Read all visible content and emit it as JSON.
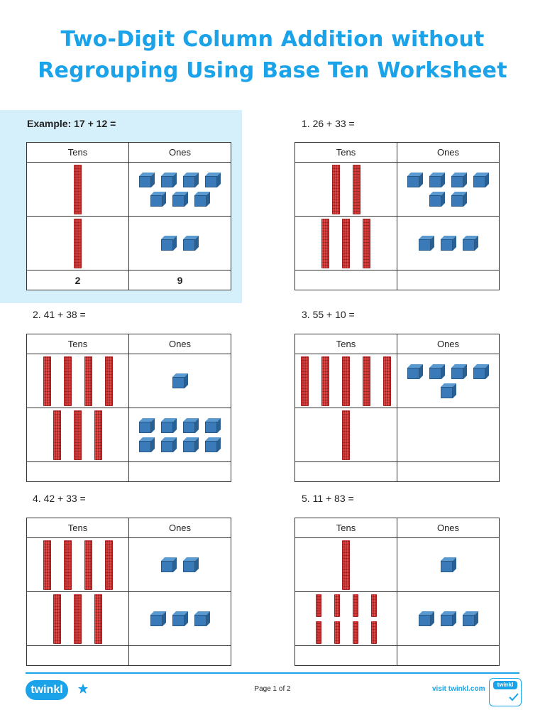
{
  "title_line1": "Two-Digit Column Addition without",
  "title_line2": "Regrouping Using Base Ten Worksheet",
  "table_headers": {
    "tens": "Tens",
    "ones": "Ones"
  },
  "colors": {
    "title": "#1aa3e8",
    "example_bg": "#d5effb",
    "rod": "#cc2d2d",
    "cube": "#3a7ab8"
  },
  "icons": {
    "rod": "tens-rod-icon",
    "cube": "ones-cube-icon"
  },
  "problems": [
    {
      "label": "Example: 17 + 12 =",
      "row1": {
        "tens": 1,
        "ones": 7
      },
      "row2": {
        "tens": 1,
        "ones": 2
      },
      "answer_tens": "2",
      "answer_ones": "9"
    },
    {
      "label": "1.   26 + 33 =",
      "row1": {
        "tens": 2,
        "ones": 6
      },
      "row2": {
        "tens": 3,
        "ones": 3
      },
      "answer_tens": "",
      "answer_ones": ""
    },
    {
      "label": "2.   41 + 38 =",
      "row1": {
        "tens": 4,
        "ones": 1
      },
      "row2": {
        "tens": 3,
        "ones": 8
      },
      "answer_tens": "",
      "answer_ones": ""
    },
    {
      "label": "3.   55 + 10 =",
      "row1": {
        "tens": 5,
        "ones": 5
      },
      "row2": {
        "tens": 1,
        "ones": 0
      },
      "answer_tens": "",
      "answer_ones": ""
    },
    {
      "label": "4.   42 + 33 =",
      "row1": {
        "tens": 4,
        "ones": 2
      },
      "row2": {
        "tens": 3,
        "ones": 3
      },
      "answer_tens": "",
      "answer_ones": ""
    },
    {
      "label": "5.   11 + 83 =",
      "row1": {
        "tens": 1,
        "ones": 1
      },
      "row2": {
        "tens": 8,
        "ones": 3
      },
      "answer_tens": "",
      "answer_ones": ""
    }
  ],
  "footer": {
    "logo_text": "twinkl",
    "page": "Page 1 of 2",
    "visit": "visit twinkl.com",
    "badge_text": "twinkl"
  }
}
